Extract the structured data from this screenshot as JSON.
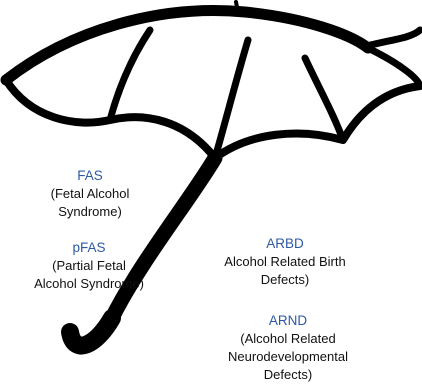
{
  "colors": {
    "ink": "#000000",
    "abbr_text": "#2e58a6",
    "body_text": "#111111",
    "background": "#ffffff"
  },
  "labels": [
    {
      "id": "fas",
      "abbr": "FAS",
      "full": "(Fetal Alcohol\nSyndrome)"
    },
    {
      "id": "pfas",
      "abbr": "pFAS",
      "full": "(Partial Fetal\nAlcohol Syndrome)"
    },
    {
      "id": "arbd",
      "abbr": "ARBD",
      "full": "Alcohol Related Birth\nDefects)"
    },
    {
      "id": "arnd",
      "abbr": "ARND",
      "full": "(Alcohol Related\nNeurodevelopmental\nDefects)"
    }
  ]
}
